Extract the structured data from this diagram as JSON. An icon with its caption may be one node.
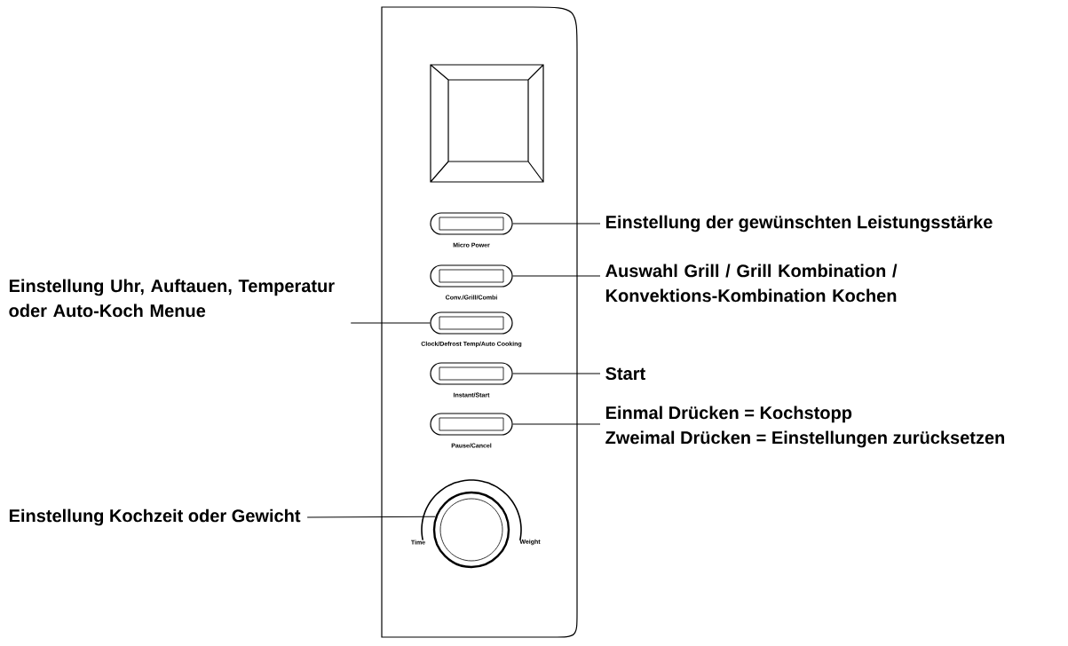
{
  "diagram": {
    "nodes": [
      {
        "text": [],
        "shape": "button",
        "beside": [
          "Micro Power"
        ]
      },
      {
        "text": [],
        "shape": "button",
        "beside": [
          "Conv./Grill/Combi"
        ]
      },
      {
        "text": [],
        "shape": "button",
        "beside": [
          "Clock/Defrost Temp/Auto Cooking"
        ]
      },
      {
        "text": [],
        "shape": "button",
        "beside": [
          "Instant/Start"
        ]
      },
      {
        "text": [],
        "shape": "button",
        "beside": [
          "Pause/Cancel"
        ]
      },
      {
        "text": [],
        "shape": "knob",
        "beside": [
          "Time",
          "Weight"
        ]
      },
      {
        "text": [
          "Einstellung der gewünschten Leistungsstärke"
        ]
      },
      {
        "text": [
          "Auswahl Grill / Grill Kombination / Konvektions-Kombination Kochen"
        ]
      },
      {
        "text": [
          "Einstellung Uhr, Auftauen, Temperatur oder Auto-Koch Menue"
        ]
      },
      {
        "text": [
          "Start"
        ]
      },
      {
        "text": [
          "Einmal Drücken  = Kochstopp",
          "Zweimal Drücken = Einstellungen zurücksetzen"
        ]
      },
      {
        "text": [
          "Einstellung Kochzeit oder Gewicht"
        ]
      }
    ],
    "edges": [
      {
        "from": 6,
        "to": 0,
        "arrow": "none"
      },
      {
        "from": 7,
        "to": 1,
        "arrow": "none"
      },
      {
        "from": 8,
        "to": 2,
        "arrow": "none"
      },
      {
        "from": 9,
        "to": 3,
        "arrow": "none"
      },
      {
        "from": 10,
        "to": 4,
        "arrow": "none"
      },
      {
        "from": 11,
        "to": 5,
        "arrow": "none"
      }
    ]
  }
}
